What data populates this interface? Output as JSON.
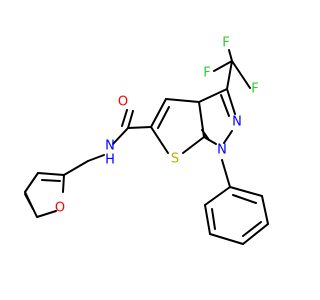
{
  "colors": {
    "bond": "#000000",
    "O": "#ff0000",
    "N": "#0000ff",
    "S": "#b2b200",
    "F": "#33cc33"
  },
  "atoms": {
    "o_carbonyl": "O",
    "n_amide": "N",
    "h_amide": "H",
    "s_thiophene": "S",
    "o_furan": "O",
    "n2_pyrazole": "N",
    "n1_pyrazole": "N",
    "f1": "F",
    "f2": "F",
    "f3": "F"
  }
}
